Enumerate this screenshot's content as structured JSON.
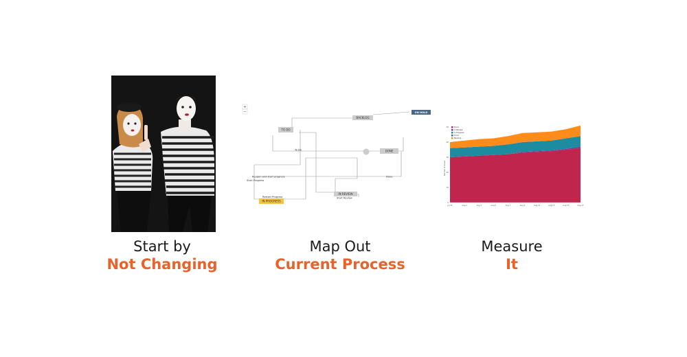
{
  "panels": [
    {
      "top": "Start by",
      "bottom": "Not Changing"
    },
    {
      "top": "Map Out",
      "bottom": "Current Process"
    },
    {
      "top": "Measure",
      "bottom": "It"
    }
  ],
  "workflow": {
    "zoom_in": "+",
    "zoom_out": "−",
    "nodes": {
      "on_hold": "ON HOLD",
      "backlog": "BACKLOG",
      "to_do": "TO DO",
      "done": "DONE",
      "in_review": "IN REVIEW",
      "in_progress": "IN PROGRESS"
    },
    "transitions": {
      "to_do": "To Do",
      "reopen": "Reopen and start progress",
      "start_progress": "Start Progress",
      "done": "Done",
      "restart_progress": "Restart Progress",
      "start_review": "Start Review"
    },
    "colors": {
      "on_hold": "#4a6785",
      "in_progress": "#f6c342",
      "node": "#cccccc"
    }
  },
  "chart_data": {
    "type": "area",
    "legend": [
      "Done",
      "In Review",
      "In Progress",
      "To Do",
      "Backlog"
    ],
    "legend_placement": "top-left",
    "ylabel": "Number of issues",
    "xticks": [
      "Jul 31",
      "Aug 1",
      "Aug 3",
      "Aug 5",
      "Aug 7",
      "Aug 9",
      "Aug 11",
      "Aug 13",
      "Aug 15",
      "Aug 17"
    ],
    "yticks": [
      0,
      10,
      20,
      30,
      40,
      50
    ],
    "ylim": [
      0,
      50
    ],
    "colors": {
      "Done": "#c0254e",
      "In Review": "#8a2d8f",
      "In Progress": "#1e8ca0",
      "To Do": "#2a6ea8",
      "Backlog": "#ff8c1a"
    },
    "series": [
      {
        "name": "Done",
        "values": [
          30,
          30.5,
          31,
          31.5,
          32,
          33,
          33.5,
          34,
          35,
          36
        ]
      },
      {
        "name": "In Review",
        "values": [
          0,
          0,
          0,
          0,
          0,
          0.5,
          0.5,
          0.5,
          0.5,
          1
        ]
      },
      {
        "name": "In Progress",
        "values": [
          6,
          6,
          6,
          6,
          6.5,
          6.5,
          6.5,
          6.5,
          7,
          7
        ]
      },
      {
        "name": "To Do",
        "values": [
          0,
          0,
          0,
          0,
          0,
          0,
          0,
          0,
          0,
          0
        ]
      },
      {
        "name": "Backlog",
        "values": [
          4,
          4.5,
          5,
          5,
          5.5,
          6,
          6,
          6,
          6,
          7
        ]
      }
    ]
  }
}
